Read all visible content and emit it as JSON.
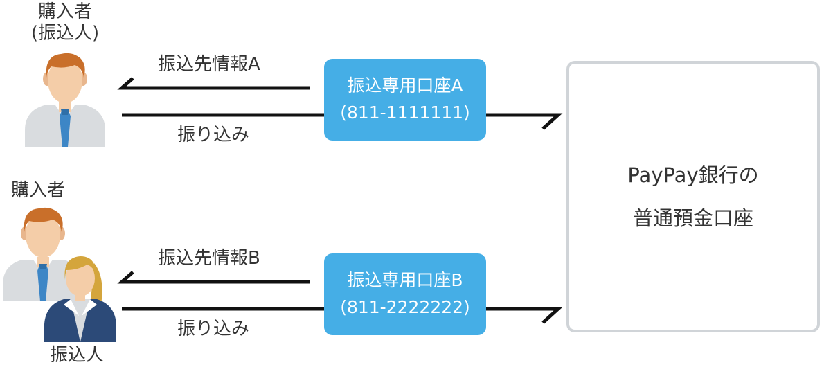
{
  "colors": {
    "accent": "#45aee6",
    "line": "#111111",
    "bank_border": "#d0d4d8",
    "skin": "#f4cda8",
    "hair_male": "#c96f2a",
    "hair_female": "#d4a53c",
    "shirt": "#d9dcdf",
    "tie": "#3d86c6",
    "jacket": "#2c4a78"
  },
  "top": {
    "person_label_line1": "購入者",
    "person_label_line2": "(振込人)",
    "info_label": "振込先情報A",
    "transfer_label": "振り込み",
    "account_name": "振込専用口座A",
    "account_number": "(811-1111111)"
  },
  "bottom": {
    "buyer_label": "購入者",
    "payer_label": "振込人",
    "info_label": "振込先情報B",
    "transfer_label": "振り込み",
    "account_name": "振込専用口座B",
    "account_number": "(811-2222222)"
  },
  "bank": {
    "line1": "PayPay銀行の",
    "line2": "普通預金口座"
  },
  "icons": [
    "male-person-icon",
    "male-person-icon",
    "female-person-icon"
  ]
}
